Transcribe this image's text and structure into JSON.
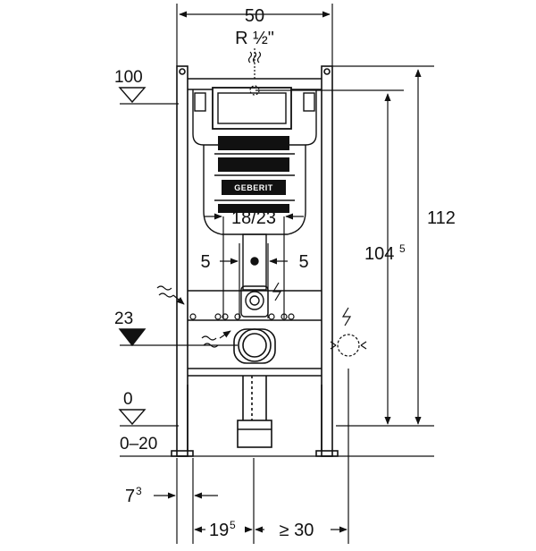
{
  "dimensions": {
    "frame_width": "50",
    "supply_connection": "R ½\"",
    "total_height": "112",
    "flush_height_main": "104",
    "flush_height_sup": "5",
    "button_spacing": "18/23",
    "offset_left": "5",
    "offset_right": "5",
    "bottom_left_main": "7",
    "bottom_left_sup": "3",
    "bottom_mid_main": "19",
    "bottom_mid_sup": "5",
    "bottom_right": "≥ 30"
  },
  "levels": {
    "top": "100",
    "connection": "23",
    "floor": "0",
    "floor_range": "0–20"
  },
  "brand_logo": "GEBERIT"
}
